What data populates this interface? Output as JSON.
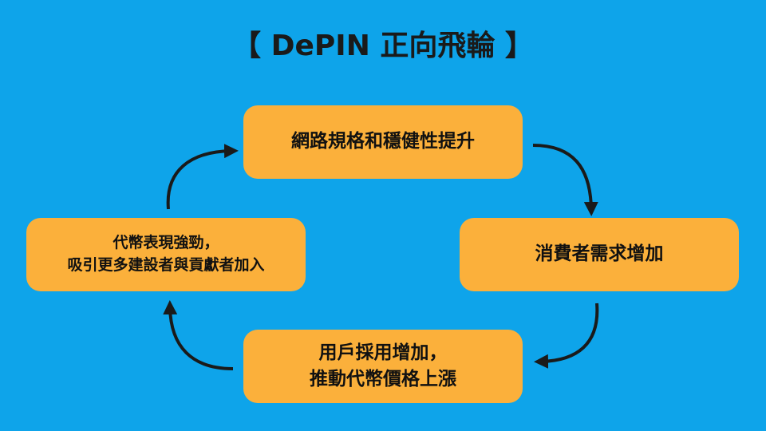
{
  "title": "【 DePIN 正向飛輪 】",
  "nodes": {
    "top": [
      "網路規格和穩健性提升"
    ],
    "right": [
      "消費者需求增加"
    ],
    "bottom": [
      "用戶採用增加，",
      "推動代幣價格上漲"
    ],
    "left": [
      "代幣表現強勁，",
      "吸引更多建設者與貢獻者加入"
    ]
  },
  "colors": {
    "background": "#0ea4ea",
    "node_fill": "#fbb03b",
    "arrow": "#1a1a1a"
  }
}
